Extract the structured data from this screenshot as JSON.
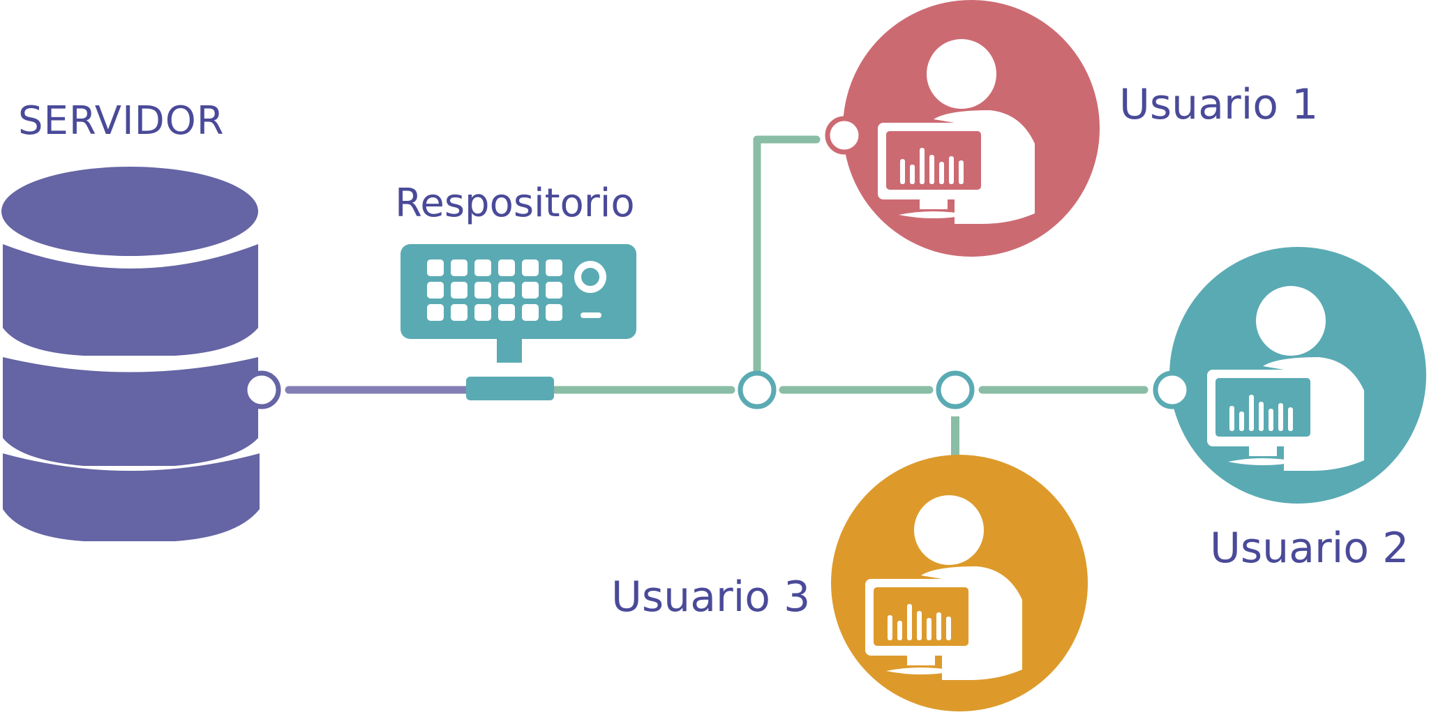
{
  "labels": {
    "server": "SERVIDOR",
    "repository": "Respositorio",
    "user1": "Usuario 1",
    "user2": "Usuario 2",
    "user3": "Usuario 3"
  },
  "colors": {
    "server": "#6564a4",
    "repository": "#5aaab3",
    "user1": "#cc6a72",
    "user2": "#5aaab3",
    "user3": "#dd9a2b",
    "link_server": "#837fb5",
    "link_network": "#8abda5",
    "label_text": "#4a4a99"
  },
  "icons": {
    "server": "database-icon",
    "repository": "server-rack-icon",
    "users": "user-at-monitor-icon",
    "ports": "connector-node-icon"
  }
}
